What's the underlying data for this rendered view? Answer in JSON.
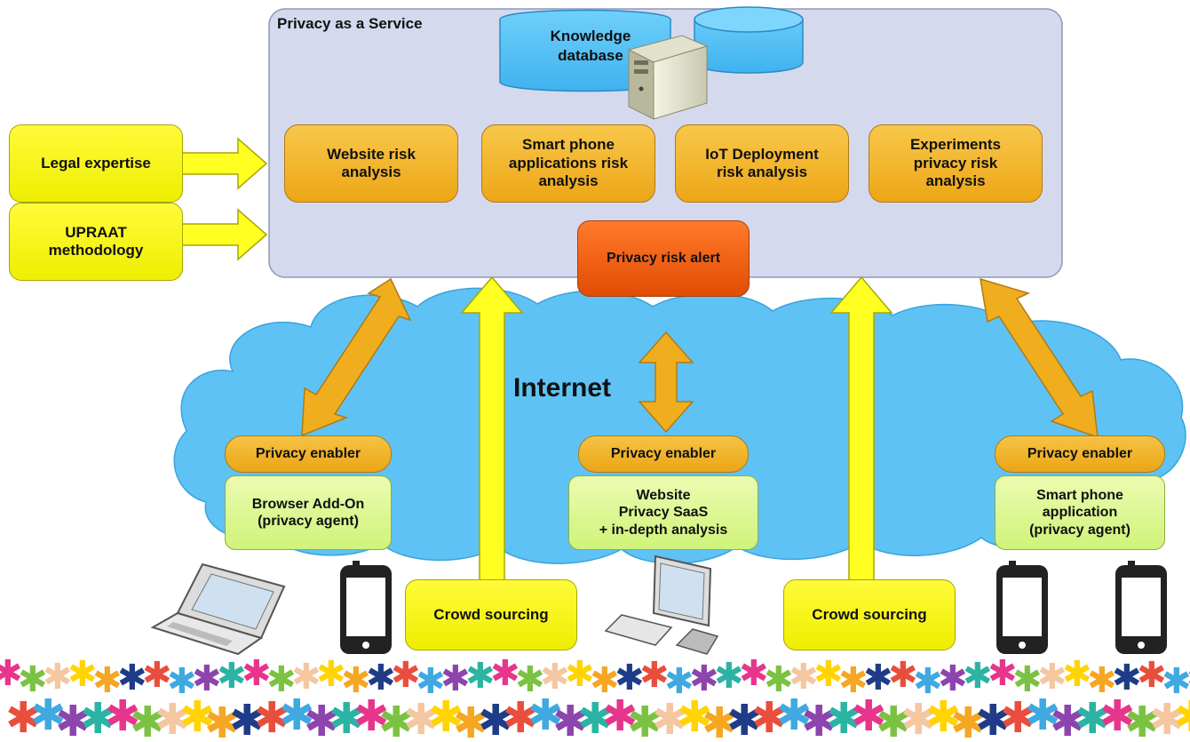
{
  "paas": {
    "title": "Privacy as a Service"
  },
  "knowledge_db": {
    "label_line1": "Knowledge",
    "label_line2": "database"
  },
  "analyses": [
    {
      "line1": "Website risk",
      "line2": "analysis",
      "line3": ""
    },
    {
      "line1": "Smart phone",
      "line2": "applications risk",
      "line3": "analysis"
    },
    {
      "line1": "IoT Deployment",
      "line2": "risk analysis",
      "line3": ""
    },
    {
      "line1": "Experiments",
      "line2": "privacy risk",
      "line3": "analysis"
    }
  ],
  "alert": {
    "label": "Privacy risk alert"
  },
  "inputs": {
    "legal": {
      "line1": "Legal expertise"
    },
    "upraat": {
      "line1": "UPRAAT",
      "line2": "methodology"
    }
  },
  "internet": {
    "label": "Internet"
  },
  "enablers": [
    {
      "label": "Privacy enabler",
      "agent_line1": "Browser Add-On",
      "agent_line2": "(privacy agent)",
      "agent_line3": ""
    },
    {
      "label": "Privacy enabler",
      "agent_line1": "Website",
      "agent_line2": "Privacy SaaS",
      "agent_line3": "+ in-depth analysis"
    },
    {
      "label": "Privacy enabler",
      "agent_line1": "Smart phone",
      "agent_line2": "application",
      "agent_line3": "(privacy agent)"
    }
  ],
  "crowd": [
    {
      "label": "Crowd sourcing"
    },
    {
      "label": "Crowd sourcing"
    }
  ],
  "colors": {
    "paas_fill": "#d4d9ee",
    "cloud": "#5ec3f4",
    "analysis": "#f0ad1e",
    "alert": "#f35b10",
    "yellow": "#ffff22",
    "green": "#dcf79a",
    "arrow_orange": "#f0ad1e"
  },
  "icons": [
    "server-icon",
    "database-icon",
    "laptop-icon",
    "smartphone-icon",
    "desktop-computer-icon",
    "crowd-people-icon"
  ]
}
